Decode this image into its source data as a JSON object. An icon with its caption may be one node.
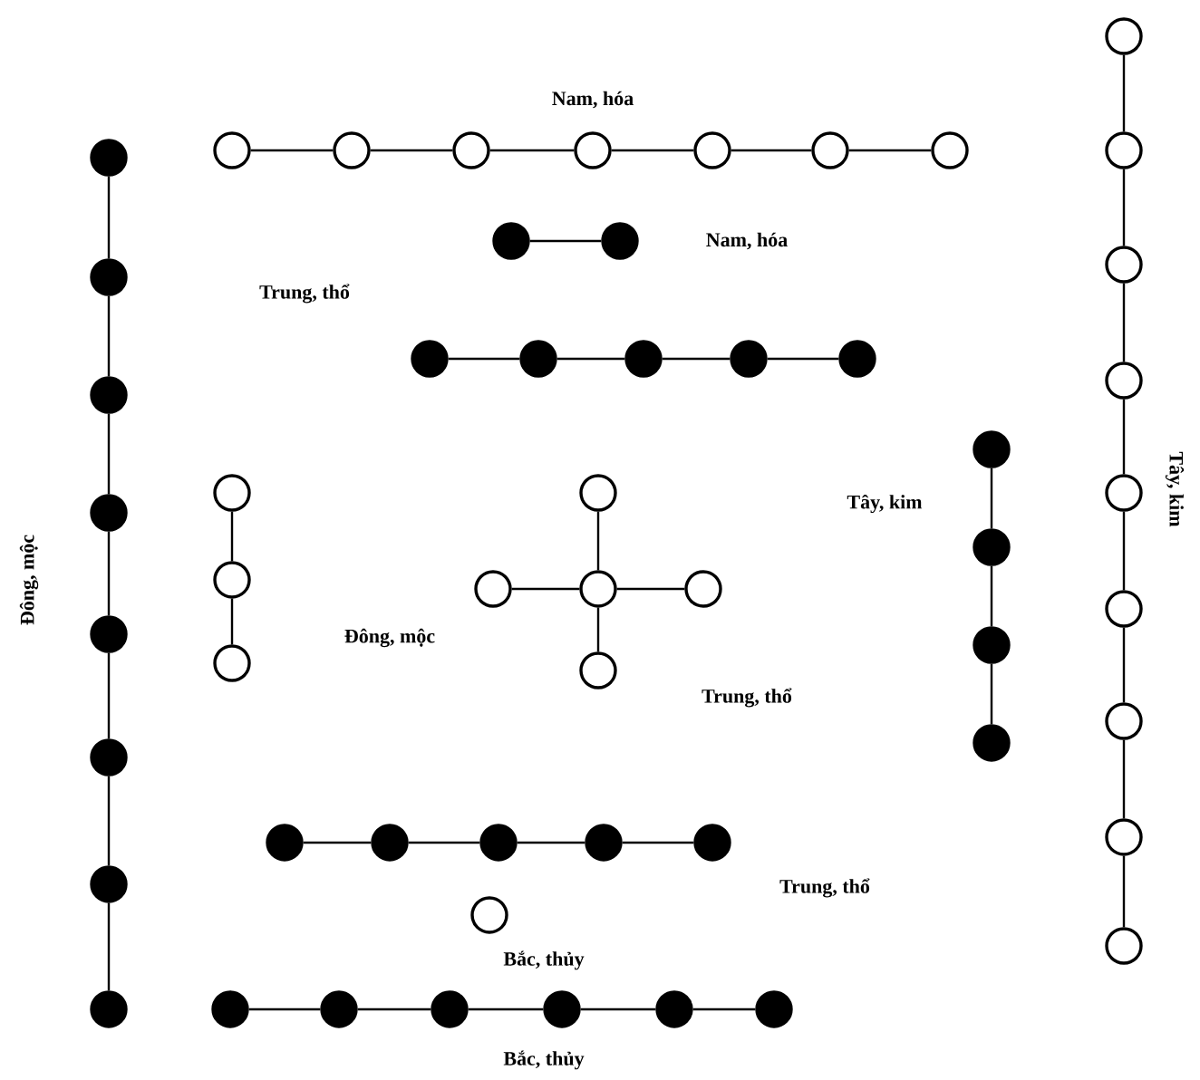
{
  "diagram": {
    "nodes": [
      {
        "text": [],
        "shape": "circle"
      },
      {
        "text": [],
        "shape": "circle"
      },
      {
        "text": [],
        "shape": "circle"
      },
      {
        "text": [],
        "shape": "circle"
      },
      {
        "text": [],
        "shape": "circle"
      },
      {
        "text": [],
        "shape": "circle"
      },
      {
        "text": [],
        "shape": "circle"
      },
      {
        "text": [],
        "shape": "dot"
      },
      {
        "text": [],
        "shape": "dot"
      },
      {
        "text": [],
        "shape": "dot"
      },
      {
        "text": [],
        "shape": "dot"
      },
      {
        "text": [],
        "shape": "dot"
      },
      {
        "text": [],
        "shape": "dot"
      },
      {
        "text": [],
        "shape": "dot"
      },
      {
        "text": [],
        "shape": "dot"
      },
      {
        "text": [],
        "shape": "dot"
      },
      {
        "text": [],
        "shape": "dot"
      },
      {
        "text": [],
        "shape": "dot"
      },
      {
        "text": [],
        "shape": "dot"
      },
      {
        "text": [],
        "shape": "dot"
      },
      {
        "text": [],
        "shape": "dot"
      },
      {
        "text": [],
        "shape": "dot"
      },
      {
        "text": [],
        "shape": "circle"
      },
      {
        "text": [],
        "shape": "circle"
      },
      {
        "text": [],
        "shape": "circle"
      },
      {
        "text": [],
        "shape": "circle"
      },
      {
        "text": [],
        "shape": "circle"
      },
      {
        "text": [],
        "shape": "circle"
      },
      {
        "text": [],
        "shape": "circle"
      },
      {
        "text": [],
        "shape": "circle"
      },
      {
        "text": [],
        "shape": "circle"
      },
      {
        "text": [],
        "shape": "circle"
      },
      {
        "text": [],
        "shape": "circle"
      },
      {
        "text": [],
        "shape": "circle"
      },
      {
        "text": [],
        "shape": "circle"
      },
      {
        "text": [],
        "shape": "circle"
      },
      {
        "text": [],
        "shape": "circle"
      },
      {
        "text": [],
        "shape": "circle"
      },
      {
        "text": [],
        "shape": "circle"
      },
      {
        "text": [],
        "shape": "dot"
      },
      {
        "text": [],
        "shape": "dot"
      },
      {
        "text": [],
        "shape": "dot"
      },
      {
        "text": [],
        "shape": "dot"
      },
      {
        "text": [],
        "shape": "dot"
      },
      {
        "text": [],
        "shape": "dot"
      },
      {
        "text": [],
        "shape": "dot"
      },
      {
        "text": [],
        "shape": "dot"
      },
      {
        "text": [],
        "shape": "dot"
      },
      {
        "text": [],
        "shape": "circle"
      },
      {
        "text": [],
        "shape": "dot"
      },
      {
        "text": [],
        "shape": "dot"
      },
      {
        "text": [],
        "shape": "dot"
      },
      {
        "text": [],
        "shape": "dot"
      },
      {
        "text": [],
        "shape": "dot"
      },
      {
        "text": [],
        "shape": "dot"
      }
    ],
    "edges": [
      {
        "from": 0,
        "to": 1,
        "arrow": "none"
      },
      {
        "from": 1,
        "to": 2,
        "arrow": "none"
      },
      {
        "from": 2,
        "to": 3,
        "arrow": "none"
      },
      {
        "from": 3,
        "to": 4,
        "arrow": "none"
      },
      {
        "from": 4,
        "to": 5,
        "arrow": "none"
      },
      {
        "from": 5,
        "to": 6,
        "arrow": "none"
      },
      {
        "from": 7,
        "to": 8,
        "arrow": "none"
      },
      {
        "from": 9,
        "to": 10,
        "arrow": "none"
      },
      {
        "from": 10,
        "to": 11,
        "arrow": "none"
      },
      {
        "from": 11,
        "to": 12,
        "arrow": "none"
      },
      {
        "from": 12,
        "to": 13,
        "arrow": "none"
      },
      {
        "from": 14,
        "to": 15,
        "arrow": "none"
      },
      {
        "from": 15,
        "to": 16,
        "arrow": "none"
      },
      {
        "from": 16,
        "to": 17,
        "arrow": "none"
      },
      {
        "from": 17,
        "to": 18,
        "arrow": "none"
      },
      {
        "from": 18,
        "to": 19,
        "arrow": "none"
      },
      {
        "from": 19,
        "to": 20,
        "arrow": "none"
      },
      {
        "from": 20,
        "to": 21,
        "arrow": "none"
      },
      {
        "from": 22,
        "to": 23,
        "arrow": "none"
      },
      {
        "from": 23,
        "to": 24,
        "arrow": "none"
      },
      {
        "from": 24,
        "to": 25,
        "arrow": "none"
      },
      {
        "from": 25,
        "to": 26,
        "arrow": "none"
      },
      {
        "from": 26,
        "to": 27,
        "arrow": "none"
      },
      {
        "from": 27,
        "to": 28,
        "arrow": "none"
      },
      {
        "from": 28,
        "to": 29,
        "arrow": "none"
      },
      {
        "from": 29,
        "to": 30,
        "arrow": "none"
      },
      {
        "from": 31,
        "to": 32,
        "arrow": "none"
      },
      {
        "from": 32,
        "to": 33,
        "arrow": "none"
      },
      {
        "from": 34,
        "to": 36,
        "arrow": "none"
      },
      {
        "from": 35,
        "to": 36,
        "arrow": "none"
      },
      {
        "from": 36,
        "to": 37,
        "arrow": "none"
      },
      {
        "from": 36,
        "to": 38,
        "arrow": "none"
      },
      {
        "from": 39,
        "to": 40,
        "arrow": "none"
      },
      {
        "from": 40,
        "to": 41,
        "arrow": "none"
      },
      {
        "from": 41,
        "to": 42,
        "arrow": "none"
      },
      {
        "from": 43,
        "to": 44,
        "arrow": "none"
      },
      {
        "from": 44,
        "to": 45,
        "arrow": "none"
      },
      {
        "from": 45,
        "to": 46,
        "arrow": "none"
      },
      {
        "from": 46,
        "to": 47,
        "arrow": "none"
      },
      {
        "from": 49,
        "to": 50,
        "arrow": "none"
      },
      {
        "from": 50,
        "to": 51,
        "arrow": "none"
      },
      {
        "from": 51,
        "to": 52,
        "arrow": "none"
      },
      {
        "from": 52,
        "to": 53,
        "arrow": "none"
      },
      {
        "from": 53,
        "to": 54,
        "arrow": "none"
      }
    ],
    "labels": [
      "Nam, hóa",
      "Nam, hóa",
      "Trung, thổ",
      "Đông, mộc",
      "Tây, kim",
      "Tây, kim",
      "Đông, mộc",
      "Trung, thổ",
      "Trung, thổ",
      "Bắc, thủy",
      "Bắc, thủy"
    ]
  }
}
